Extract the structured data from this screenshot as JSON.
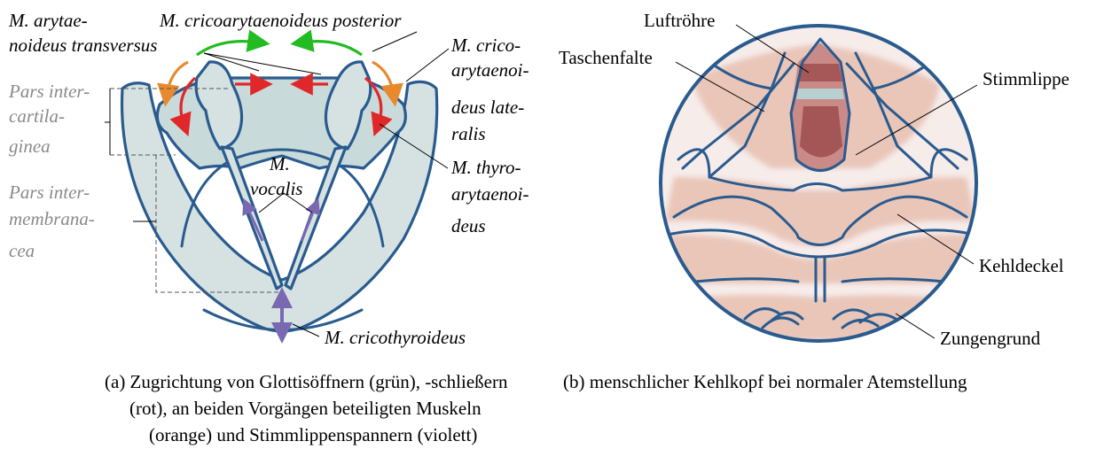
{
  "left_panel": {
    "labels": {
      "arytaenoideus_1": "M. arytae-",
      "arytaenoideus_2": "noideus transversus",
      "cricoary_posterior": "M. cricoarytaenoideus posterior",
      "cricoary_lateralis_1": "M. crico-",
      "cricoary_lateralis_2": "arytaenoi-",
      "cricoary_lateralis_3": "deus late-",
      "cricoary_lateralis_4": "ralis",
      "thyro_1": "M. thyro-",
      "thyro_2": "arytaenoi-",
      "thyro_3": "deus",
      "pars_inter_1": "Pars inter-",
      "pars_inter_2": "cartila-",
      "pars_inter_3": "ginea",
      "pars_memb_1": "Pars inter-",
      "pars_memb_2": "membrana-",
      "pars_memb_3": "cea",
      "vocalis_1": "M.",
      "vocalis_2": "vocalis",
      "cricothyroideus": "M. cricothyroideus"
    },
    "caption_lines": [
      "(a) Zugrichtung von Glottisöffnern (grün), -schließern",
      "(rot), an beiden Vorgängen beteiligten Muskeln",
      "(orange) und Stimmlippenspannern (violett)"
    ],
    "colors": {
      "openers": "#22bb22",
      "closers": "#e0282a",
      "both": "#e8892e",
      "tensors": "#7a68b0"
    }
  },
  "right_panel": {
    "labels": {
      "luftroehre": "Luftröhre",
      "taschenfalte": "Taschenfalte",
      "stimmlippe": "Stimmlippe",
      "kehldeckel": "Kehldeckel",
      "zungengrund": "Zungengrund"
    },
    "caption": "(b) menschlicher Kehlkopf bei normaler Atemstellung"
  }
}
